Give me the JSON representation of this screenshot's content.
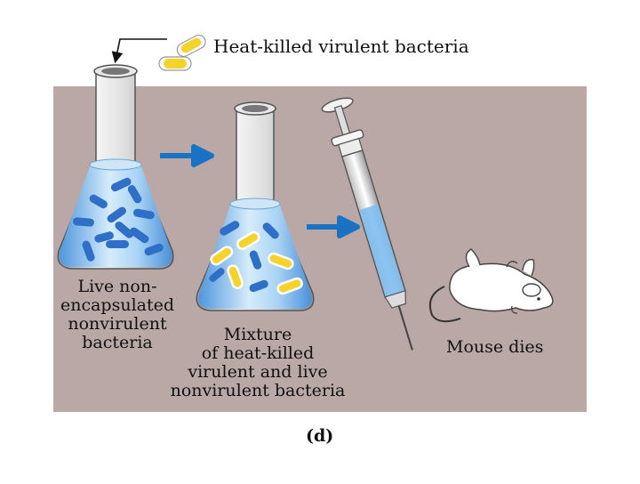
{
  "header_label": "Heat-killed virulent bacteria",
  "flask1_label": [
    "Live non-",
    "encapsulated",
    "nonvirulent",
    "bacteria"
  ],
  "flask2_label": [
    "Mixture",
    "of heat-killed",
    "virulent and live",
    "nonvirulent bacteria"
  ],
  "mouse_label": "Mouse dies",
  "panel_label": "(d)",
  "colors": {
    "panel_bg": "#b9a8a6",
    "liquid": "#7fbef0",
    "arrow": "#1a72c4",
    "bacteria_live": "#2f6fc8",
    "bacteria_heat_killed": "#f5d32a"
  },
  "icons": [
    "flask-icon",
    "syringe-icon",
    "mouse-icon",
    "arrow-right-icon",
    "bacterium-icon"
  ]
}
